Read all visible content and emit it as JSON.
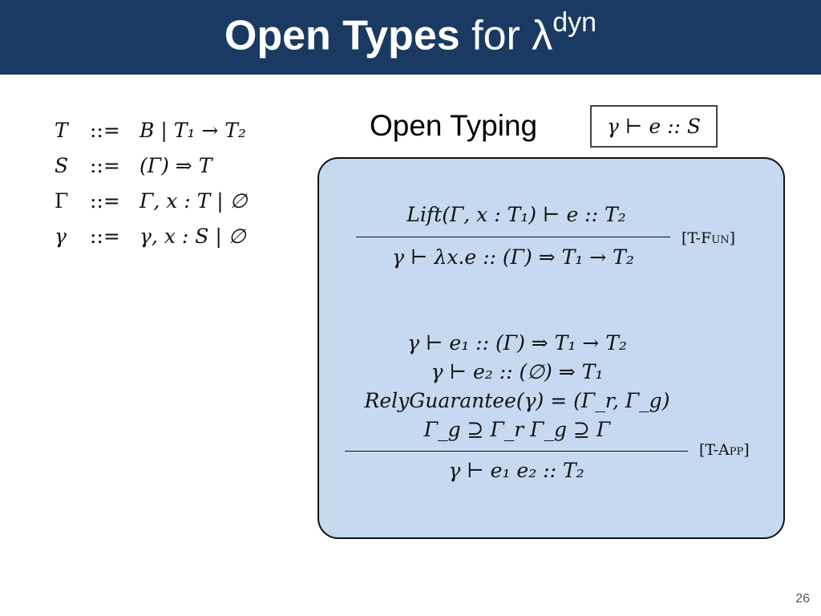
{
  "title": {
    "bold": "Open Types",
    "rest": "for λ",
    "superscript": "dyn"
  },
  "grammar": [
    {
      "lhs": "T",
      "def": "::=",
      "rhs": "B  |  T₁ → T₂"
    },
    {
      "lhs": "S",
      "def": "::=",
      "rhs": "(Γ) ⇒ T"
    },
    {
      "lhs": "Γ",
      "def": "::=",
      "rhs": "Γ, x : T  |  ∅"
    },
    {
      "lhs": "γ",
      "def": "::=",
      "rhs": "γ, x : S  |  ∅"
    }
  ],
  "open_typing": {
    "label": "Open Typing",
    "judgment": "γ ⊢ e :: S"
  },
  "rules": [
    {
      "name": "[T-Fun]",
      "premises": [
        "Lift(Γ, x : T₁) ⊢ e :: T₂"
      ],
      "conclusion": "γ ⊢ λx.e :: (Γ) ⇒ T₁ → T₂"
    },
    {
      "name": "[T-App]",
      "premises": [
        "γ ⊢ e₁ :: (Γ) ⇒ T₁ → T₂",
        "γ ⊢ e₂ :: (∅) ⇒ T₁",
        "RelyGuarantee(γ) = (Γ_r, Γ_g)",
        "Γ_g ⊇ Γ_r      Γ_g ⊇ Γ"
      ],
      "conclusion": "γ ⊢ e₁  e₂ :: T₂"
    }
  ],
  "slide_number": "26",
  "colors": {
    "title_bar": "#1a3a63",
    "panel": "#c6d9f0"
  }
}
